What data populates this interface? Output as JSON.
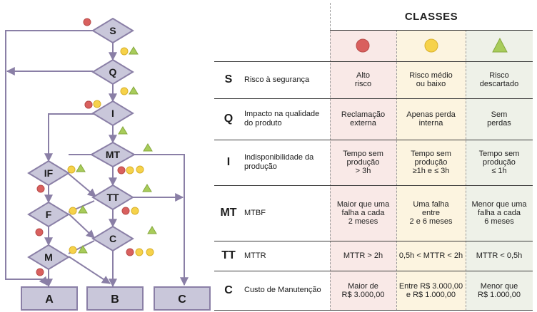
{
  "flowchart": {
    "nodes": [
      "S",
      "Q",
      "I",
      "MT",
      "IF",
      "TT",
      "F",
      "C",
      "M"
    ],
    "outcomes": [
      "A",
      "B",
      "C"
    ]
  },
  "table": {
    "header": "CLASSES",
    "classes": [
      {
        "icon": "red-circle-icon",
        "color": "#d9605e"
      },
      {
        "icon": "yellow-circle-icon",
        "color": "#f6d24a"
      },
      {
        "icon": "green-triangle-icon",
        "color": "#a8cc5a"
      }
    ],
    "rows": [
      {
        "code": "S",
        "label": "Risco à segurança",
        "cells": [
          "Alto\nrisco",
          "Risco médio\nou baixo",
          "Risco\ndescartado"
        ]
      },
      {
        "code": "Q",
        "label": "Impacto na qualidade\ndo produto",
        "cells": [
          "Reclamação\nexterna",
          "Apenas perda\ninterna",
          "Sem\nperdas"
        ]
      },
      {
        "code": "I",
        "label": "Indisponibilidade da\nprodução",
        "cells": [
          "Tempo sem\nprodução\n> 3h",
          "Tempo sem\nprodução\n≥1h e ≤ 3h",
          "Tempo sem\nprodução\n≤ 1h"
        ]
      },
      {
        "code": "MT",
        "label": "MTBF",
        "cells": [
          "Maior que uma\nfalha a cada\n2 meses",
          "Uma falha\nentre\n2 e 6 meses",
          "Menor que uma\nfalha a cada\n6 meses"
        ]
      },
      {
        "code": "TT",
        "label": "MTTR",
        "cells": [
          "MTTR > 2h",
          "0,5h < MTTR < 2h",
          "MTTR < 0,5h"
        ]
      },
      {
        "code": "C",
        "label": "Custo de Manutenção",
        "cells": [
          "Maior de\nR$ 3.000,00",
          "Entre R$ 3.000,00\ne R$ 1.000,00",
          "Menor que\nR$ 1.000,00"
        ]
      }
    ]
  }
}
